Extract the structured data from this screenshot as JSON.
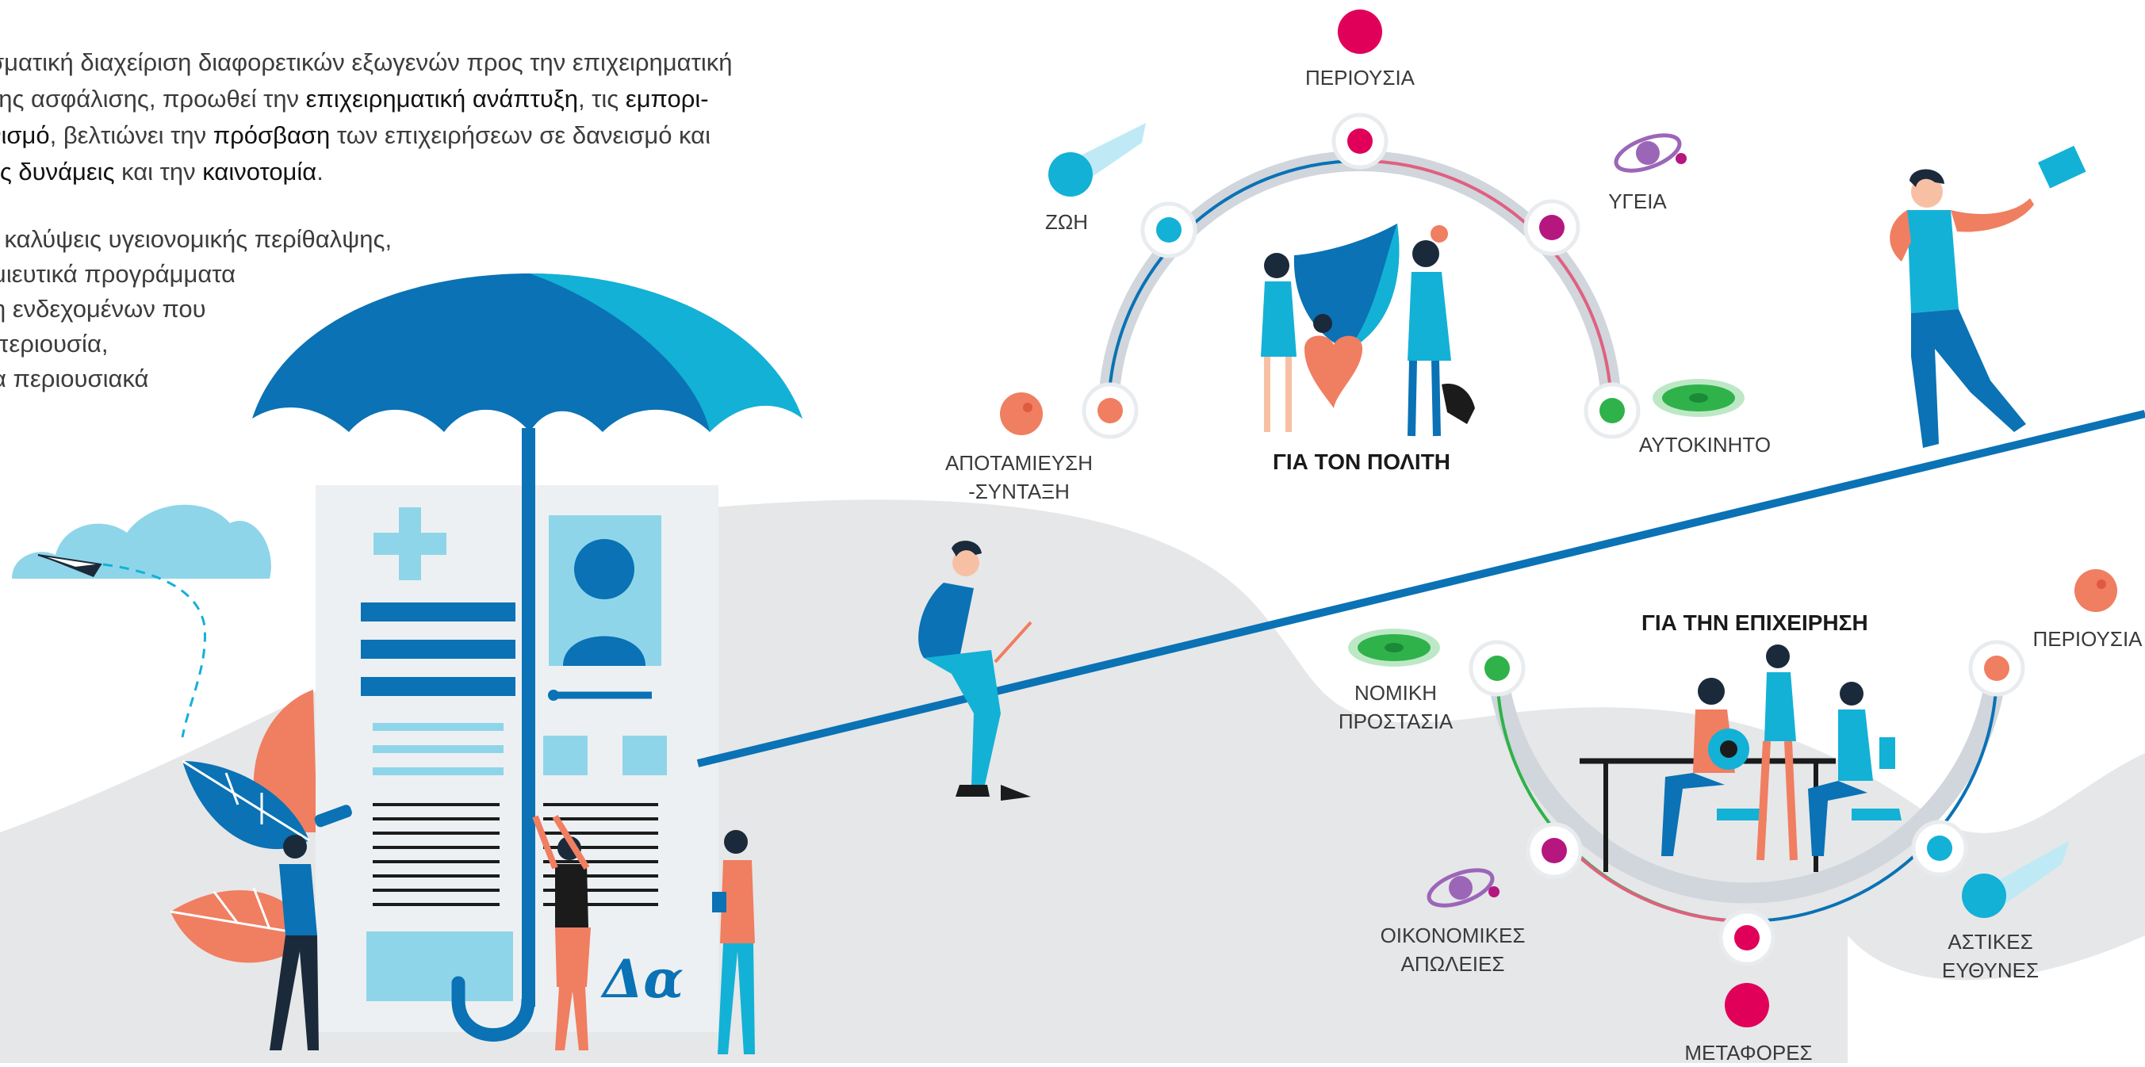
{
  "intro": {
    "line1": "σματική διαχείριση διαφορετικών εξωγενών προς την επιχειρηματική",
    "line2_a": "της ασφάλισης, προωθεί την ",
    "line2_b": "επιχειρηματική ανάπτυξη",
    "line2_c": ", τις ",
    "line2_d": "εμπορι-",
    "line3_a": "νισμό",
    "line3_b": ", βελτιώνει την ",
    "line3_c": "πρόσβαση",
    "line3_d": " των επιχειρήσεων σε δανεισμό και",
    "line4_a": "ές δυνάμεις",
    "line4_b": " και την ",
    "line4_c": "καινοτομία",
    "line4_d": "."
  },
  "bullets": [
    "ι καλύψεις υγειονομικής περίθαλψης,",
    "μιευτικά προγράμματα",
    "η ενδεχομένων που",
    "περιουσία,",
    "α περιουσιακά"
  ],
  "citizen": {
    "heading": "ΓΙΑ ΤΟΝ ΠΟΛΙΤΗ",
    "labels": {
      "property": "ΠΕΡΙΟΥΣΙΑ",
      "life": "ΖΩΗ",
      "health": "ΥΓΕΙΑ",
      "savings_line1": "ΑΠΟΤΑΜΙΕΥΣΗ",
      "savings_line2": "-ΣΥΝΤΑΞΗ",
      "car": "ΑΥΤΟΚΙΝΗΤΟ"
    }
  },
  "business": {
    "heading": "ΓΙΑ ΤΗΝ ΕΠΙΧΕΙΡΗΣΗ",
    "labels": {
      "legal_line1": "ΝΟΜΙΚΗ",
      "legal_line2": "ΠΡΟΣΤΑΣΙΑ",
      "property": "ΠΕΡΙΟΥΣΙΑ",
      "financial_line1": "ΟΙΚΟΝΟΜΙΚΕΣ",
      "financial_line2": "ΑΠΩΛΕΙΕΣ",
      "liability_line1": "ΑΣΤΙΚΕΣ",
      "liability_line2": "ΕΥΘΥΝΕΣ",
      "transport": "ΜΕΤΑΦΟΡΕΣ"
    }
  },
  "signature_text": "Δα",
  "colors": {
    "blue": "#0a72b5",
    "cyan": "#13b1d6",
    "light_cyan": "#8fd5ea",
    "pink": "#e0005a",
    "magenta": "#b5177f",
    "salmon": "#f07e61",
    "green": "#2fb24a",
    "purple": "#9c66b8",
    "grey_bg": "#e6e7e8"
  }
}
